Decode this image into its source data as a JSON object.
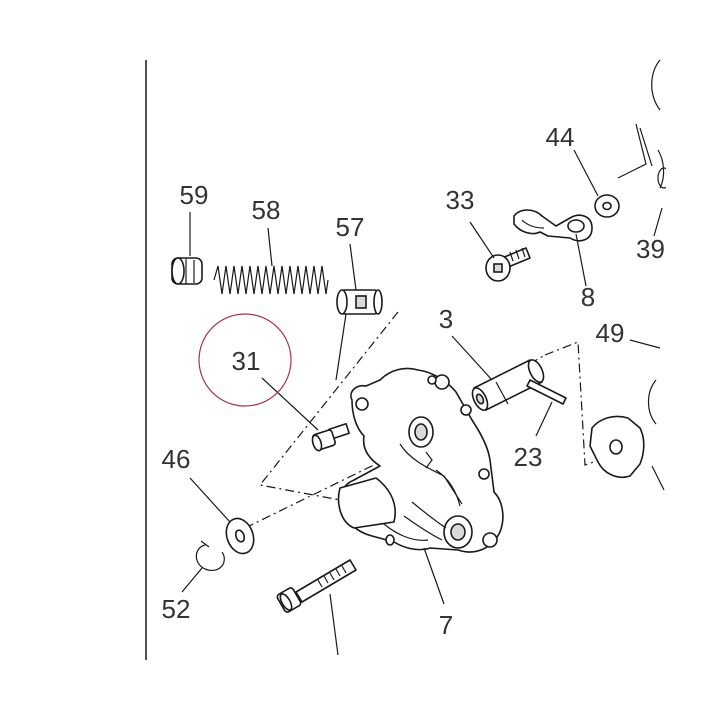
{
  "colors": {
    "line": "#1a1a1a",
    "label": "#333333",
    "highlight_circle": "#a8324a"
  },
  "callouts": {
    "c59": "59",
    "c58": "58",
    "c57": "57",
    "c31": "31",
    "c46": "46",
    "c52": "52",
    "c7": "7",
    "c3": "3",
    "c23": "23",
    "c33": "33",
    "c44": "44",
    "c8": "8",
    "c49": "49",
    "c39": "39"
  },
  "highlighted_callout": "31"
}
